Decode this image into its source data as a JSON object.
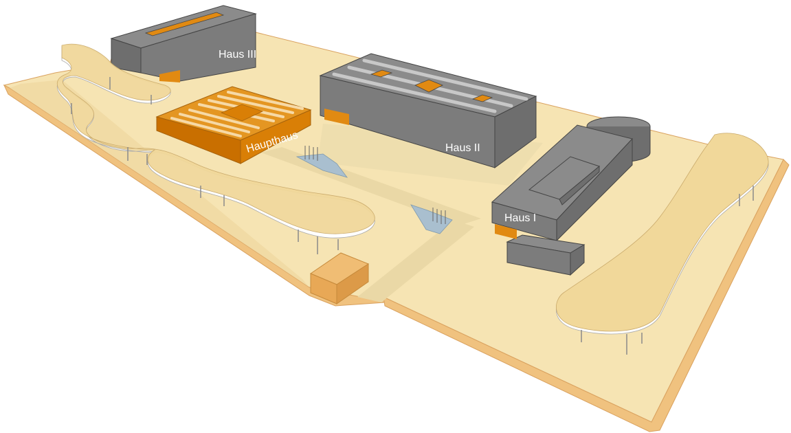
{
  "labels": {
    "haus3": "Haus III",
    "haus2": "Haus II",
    "haus1": "Haus I",
    "haupthaus": "Haupthaus"
  },
  "colors": {
    "background": "#ffffff",
    "ground_top": "#f6e4b3",
    "ground_side": "#f0c27f",
    "ground_edge": "#d9a15e",
    "path": "#ead8a6",
    "canopy_top": "#f1d89a",
    "canopy_underside": "#ffffff",
    "column": "#8a8a8a",
    "water": "#a9bfcf",
    "building_gray_top": "#8b8b8b",
    "building_gray_front": "#7c7c7c",
    "building_gray_side": "#6e6e6e",
    "building_outline": "#444444",
    "haupthaus_front": "#d97f06",
    "haupthaus_top": "#e49622",
    "accent_orange": "#e18a12",
    "stripe_light": "#c8c8c8",
    "pavilion": "#f0bd74"
  }
}
